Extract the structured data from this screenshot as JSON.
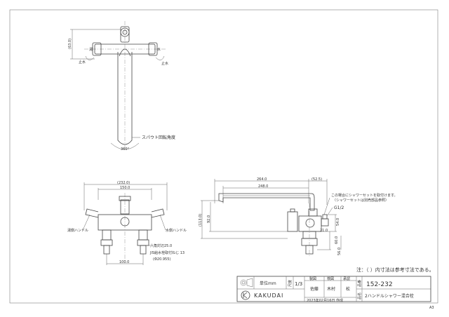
{
  "top_view": {
    "dim_height": "(63.0)",
    "label_hot": "湯",
    "label_cold": "水",
    "label_stop_l": "止水",
    "label_stop_r": "止水",
    "spout_rotation": "スパウト回転角度",
    "angle": "360°"
  },
  "front_view": {
    "dim_overall": "(232.0)",
    "dim_inner": "150.0",
    "dim_bottom": "100.0",
    "handle_left": "湯側ハンドル",
    "handle_right": "水側ハンドル",
    "nut_size": "六角対辺25.0",
    "thread": "JIS給水栓取付ねじ 13",
    "pipe_dia": "(Φ20.955)"
  },
  "side_view": {
    "dim_264": "264.0",
    "dim_52": "(52.5)",
    "dim_248": "248.0",
    "dim_113": "(113.0)",
    "dim_92": "92.0",
    "dim_54": "54.0",
    "dim_21": "21.0",
    "dim_60": "60.0",
    "dim_56": "56.0",
    "g12": "G1/2",
    "note_shower_1": "この場合にシャワーセットを取付けます。",
    "note_shower_2": "（シャワーセットは別売部品参照）"
  },
  "footnote": "注：（ ）内寸法は参考寸法である。",
  "title_block": {
    "unit_label": "単位mm",
    "scale_label": "尺度",
    "scale_value": "1/3",
    "drawn_label": "製図",
    "check_label": "検図",
    "approve_label": "承認",
    "drawn_name": "佐藤",
    "check_name": "木村",
    "approve_name": "松",
    "part_no_label": "品番",
    "part_no": "152-232",
    "name_label": "品名",
    "product_name": "2ハンドルシャワー混合栓",
    "brand": "KAKUDAI",
    "date": "2023年02月16日 作成",
    "sheet_code": "A3"
  }
}
